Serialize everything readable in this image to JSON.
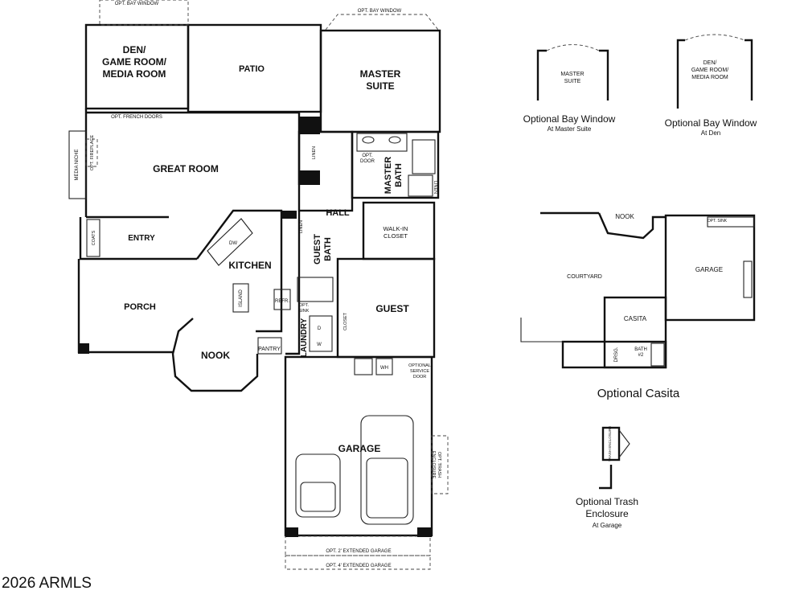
{
  "main_plan": {
    "rooms": {
      "den": [
        "DEN/",
        "GAME ROOM/",
        "MEDIA ROOM"
      ],
      "patio": "PATIO",
      "master_suite": [
        "MASTER",
        "SUITE"
      ],
      "great_room": "GREAT ROOM",
      "master_bath": [
        "MASTER",
        "BATH"
      ],
      "hall": "HALL",
      "walk_in_closet": [
        "WALK-IN",
        "CLOSET"
      ],
      "entry": "ENTRY",
      "kitchen": "KITCHEN",
      "guest_bath": [
        "GUEST",
        "BATH"
      ],
      "porch": "PORCH",
      "guest": "GUEST",
      "nook": "NOOK",
      "pantry": "PANTRY",
      "laundry": "LAUNDRY",
      "garage": "GARAGE"
    },
    "notes": {
      "opt_bay_window_den": "OPT. BAY WINDOW",
      "opt_bay_window_master": "OPT. BAY WINDOW",
      "opt_french_doors": "OPT. FRENCH DOORS",
      "media_niche": "MEDIA NICHE",
      "opt_fireplace": "OPT. FIREPLACE",
      "linen_1": "LINEN",
      "linen_2": "LINEN",
      "linen_3": "LINEN",
      "opt_door": [
        "OPT.",
        "DOOR"
      ],
      "coats": "COATS",
      "dw": "DW",
      "island": "ISLAND",
      "refr": "REFR.",
      "opt_sink": [
        "OPT.",
        "SINK"
      ],
      "closet": "CLOSET",
      "wh": "WH",
      "optional_service_door": [
        "OPTIONAL",
        "SERVICE",
        "DOOR"
      ],
      "opt_trash_enclosure": [
        "OPT. TRASH",
        "ENCLOSURE"
      ],
      "opt_2_extended_garage": "OPT. 2' EXTENDED GARAGE",
      "opt_4_extended_garage": "OPT. 4' EXTENDED GARAGE",
      "d": "D",
      "w": "W"
    }
  },
  "options": {
    "bay_master": {
      "room": [
        "MASTER",
        "SUITE"
      ],
      "caption": "Optional Bay Window",
      "sub": "At Master Suite"
    },
    "bay_den": {
      "room": [
        "DEN/",
        "GAME ROOM/",
        "MEDIA ROOM"
      ],
      "caption": "Optional Bay Window",
      "sub": "At Den"
    },
    "casita": {
      "nook": "NOOK",
      "garage": "GARAGE",
      "courtyard": "COURTYARD",
      "casita": "CASITA",
      "dress": "DRSG.",
      "bath": [
        "BATH",
        "#2"
      ],
      "opt_sink": "OPT. SINK",
      "caption": "Optional Casita"
    },
    "trash": {
      "label": "TRASH ENCLOSURE",
      "caption": [
        "Optional Trash",
        "Enclosure"
      ],
      "sub": "At Garage"
    }
  },
  "watermark": "2026 ARMLS"
}
